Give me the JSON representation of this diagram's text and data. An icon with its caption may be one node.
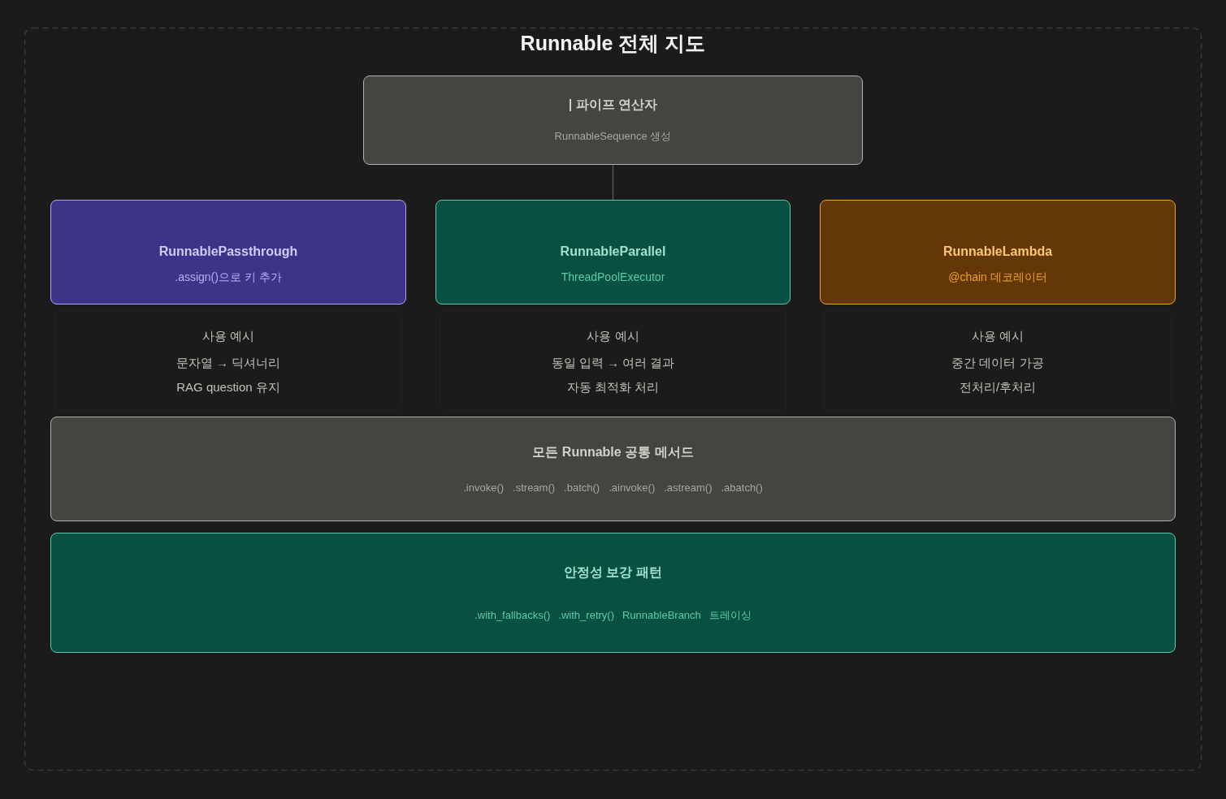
{
  "diagram": {
    "title": "Runnable 전체 지도",
    "nodes": [
      {
        "text": [
          "| 파이프 연산자",
          "RunnableSequence 생성"
        ]
      },
      {
        "text": [
          "RunnablePassthrough",
          ".assign()으로 키 추가"
        ]
      },
      {
        "text": [
          "RunnableParallel",
          "ThreadPoolExecutor"
        ]
      },
      {
        "text": [
          "RunnableLambda",
          "@chain 데코레이터"
        ]
      },
      {
        "text": [
          "사용 예시",
          "문자열 → 딕셔너리",
          "RAG question 유지"
        ]
      },
      {
        "text": [
          "사용 예시",
          "동일 입력 → 여러 결과",
          "자동 최적화 처리"
        ]
      },
      {
        "text": [
          "사용 예시",
          "중간 데이터 가공",
          "전처리/후처리"
        ]
      },
      {
        "text": [
          "모든 Runnable 공통 메서드",
          ".invoke()",
          ".stream()",
          ".batch()",
          ".ainvoke()",
          ".astream()",
          ".abatch()"
        ]
      },
      {
        "text": [
          "안정성 보강 패턴",
          ".with_fallbacks()",
          ".with_retry()",
          "RunnableBranch",
          "트레이싱"
        ]
      }
    ],
    "edges": [
      {
        "from": 0,
        "to": 2,
        "arrow": "none"
      }
    ]
  }
}
